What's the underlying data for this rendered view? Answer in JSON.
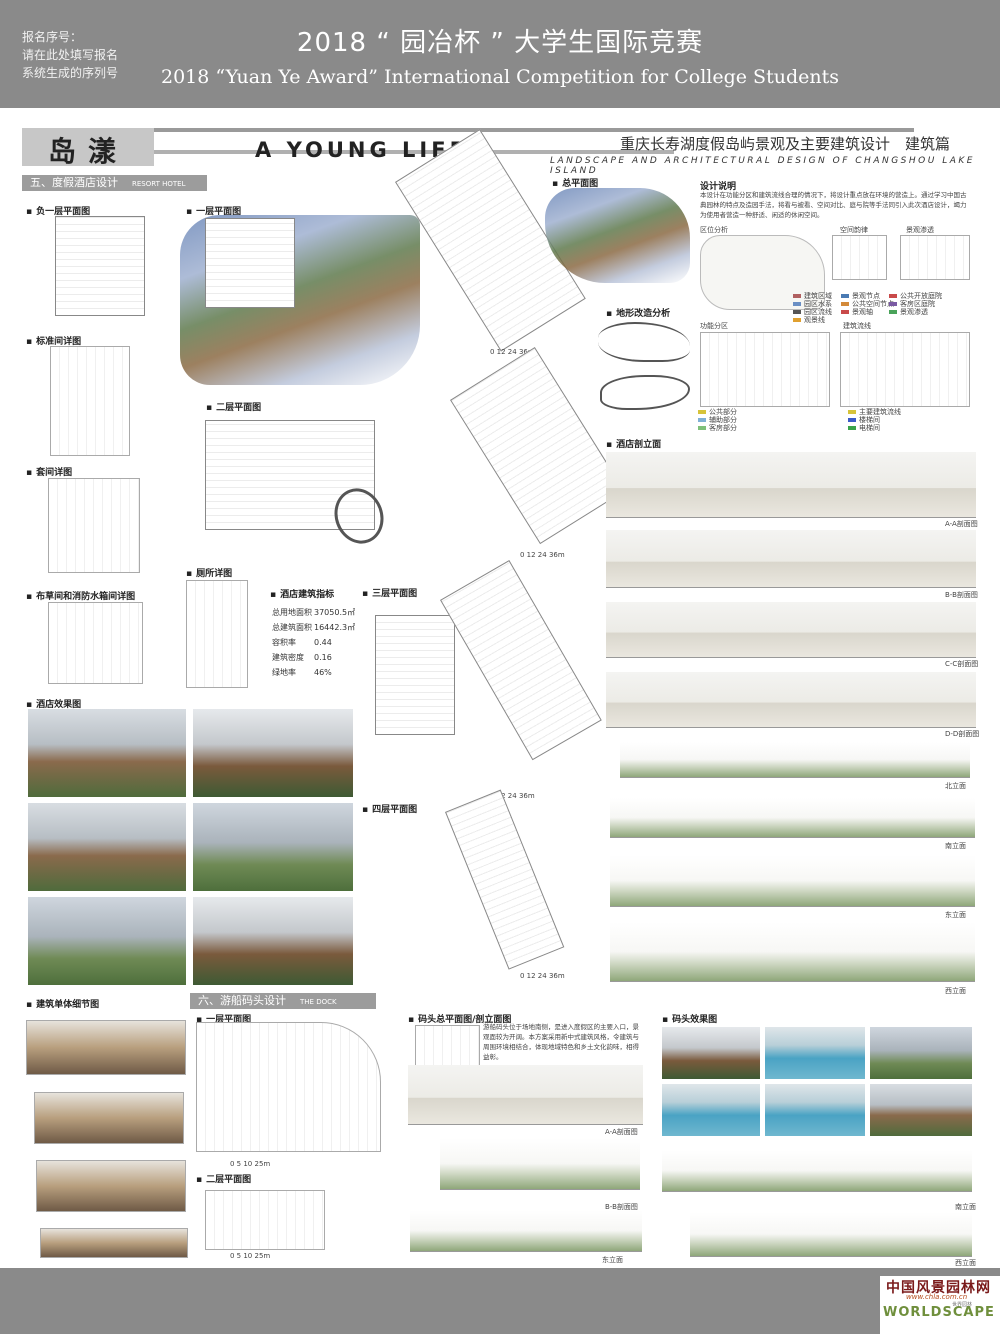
{
  "header": {
    "registration": [
      "报名序号：",
      "请在此处填写报名",
      "系统生成的序列号"
    ],
    "competition_cn": "2018 “ 园冶杯 ” 大学生国际竞赛",
    "competition_en": "2018 “Yuan Ye Award” International Competition for College Students"
  },
  "title": {
    "cn": "岛漾",
    "slogan": "A YOUNG LIFE",
    "project_cn": "重庆长寿湖度假岛屿景观及主要建筑设计　建筑篇",
    "project_en": "LANDSCAPE AND ARCHITECTURAL DESIGN OF CHANGSHOU LAKE ISLAND"
  },
  "section5": {
    "title": "五、度假酒店设计",
    "subtitle": "RESORT HOTEL",
    "labels": {
      "basement": "负一层平面图",
      "floor1": "一层平面图",
      "standard_room": "标准间详图",
      "suite": "套间详图",
      "floor2": "二层平面图",
      "linen": "布草间和消防水箱间详图",
      "toilet": "厕所详图",
      "indicators": "酒店建筑指标",
      "floor3": "三层平面图",
      "renderings": "酒店效果图",
      "floor4": "四层平面图",
      "master_plan": "总平面图",
      "terrain": "地形改造分析",
      "sections": "酒店剖立面"
    },
    "indicators": [
      {
        "k": "总用地面积",
        "v": "37050.5㎡"
      },
      {
        "k": "总建筑面积",
        "v": "16442.3㎡"
      },
      {
        "k": "容积率",
        "v": "0.44"
      },
      {
        "k": "建筑密度",
        "v": "0.16"
      },
      {
        "k": "绿地率",
        "v": "46%"
      }
    ],
    "design_note_title": "设计说明",
    "design_note": "本设计在功能分区和建筑流线合理的情况下，将设计重点放在环境的营造上。通过学习中国古典园林的特点及造园手法，将看与被看、空间对比、庭与院等手法同引入此次酒店设计，竭力为使用者营造一种舒适、闲适的休闲空间。",
    "analysis": {
      "zone": "区位分析",
      "axis": "空间韵律",
      "view": "景观渗透",
      "func": "功能分区",
      "flow": "建筑流线"
    },
    "legend": [
      "建筑区域",
      "景观节点",
      "公共开放庭院",
      "园区水系",
      "公共空间节点",
      "客房区庭院",
      "园区流线",
      "景观轴",
      "景观渗透",
      "观景线"
    ],
    "func_legend": [
      "公共部分",
      "辅助部分",
      "客房部分"
    ],
    "flow_legend": [
      "主要建筑流线",
      "楼梯间",
      "电梯间"
    ],
    "section_labels": [
      "A-A剖面图",
      "B-B剖面图",
      "C-C剖面图",
      "D-D剖面图",
      "北立面",
      "南立面",
      "东立面",
      "西立面"
    ],
    "scale": "0 12 24 36m"
  },
  "section6": {
    "title": "六、游船码头设计",
    "subtitle": "THE DOCK",
    "labels": {
      "detail": "建筑单体细节图",
      "floor1": "一层平面图",
      "floor2": "二层平面图",
      "site_section": "码头总平面图/剖立面图",
      "renderings": "码头效果图"
    },
    "description": "游船码头位于场地南侧，是进入度假区的主要入口，景观面较为开阔。本方案采用新中式建筑风格，令建筑与周围环境相结合，体现地域特色和乡土文化韵味，相得益彰。",
    "section_labels": [
      "A-A剖面图",
      "B-B剖面图",
      "东立面",
      "南立面",
      "西立面"
    ],
    "scale": "0 5 10 25m"
  },
  "footer": {
    "logo_cn": "中国风景园林网",
    "logo_domain": "www.chla.com.cn",
    "logo_en": "WORLDSCAPE",
    "logo_sub": "世界园林"
  }
}
